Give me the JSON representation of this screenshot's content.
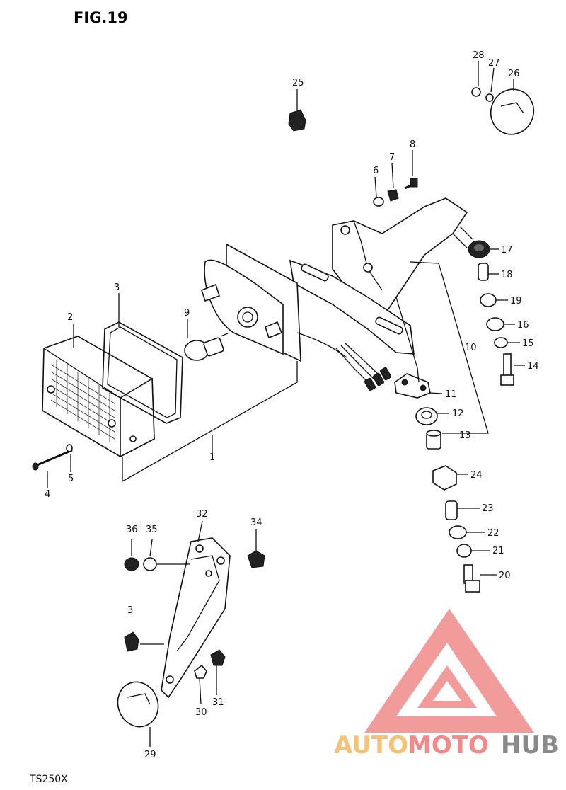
{
  "figure": {
    "title": "FIG.19",
    "footer": "TS250X"
  },
  "callouts": [
    "1",
    "2",
    "3",
    "4",
    "5",
    "6",
    "7",
    "8",
    "9",
    "10",
    "11",
    "12",
    "13",
    "14",
    "15",
    "16",
    "17",
    "18",
    "19",
    "20",
    "21",
    "22",
    "23",
    "24",
    "25",
    "26",
    "27",
    "28",
    "29",
    "30",
    "31",
    "32",
    "34",
    "35",
    "36",
    "3"
  ],
  "watermark": {
    "part1": "AUTO",
    "part2": "MOTO",
    "part3": "HUB",
    "colors": {
      "logo": "#f08a8a",
      "auto": "#f5c27a",
      "moto": "#f08a8a",
      "hub": "#8a8a8a"
    }
  }
}
